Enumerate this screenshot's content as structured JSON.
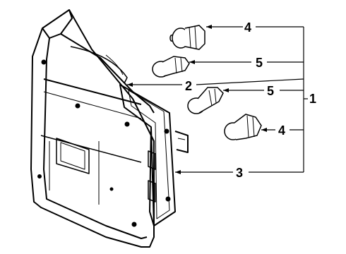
{
  "diagram": {
    "callouts": [
      {
        "id": "bulb-socket-upper-right",
        "label": "4"
      },
      {
        "id": "bulb-upper",
        "label": "5"
      },
      {
        "id": "lamp-housing",
        "label": "2"
      },
      {
        "id": "bulb-lower",
        "label": "5"
      },
      {
        "id": "assembly-bracket",
        "label": "1"
      },
      {
        "id": "bulb-socket-lower-right",
        "label": "4"
      },
      {
        "id": "gasket",
        "label": "3"
      }
    ]
  }
}
